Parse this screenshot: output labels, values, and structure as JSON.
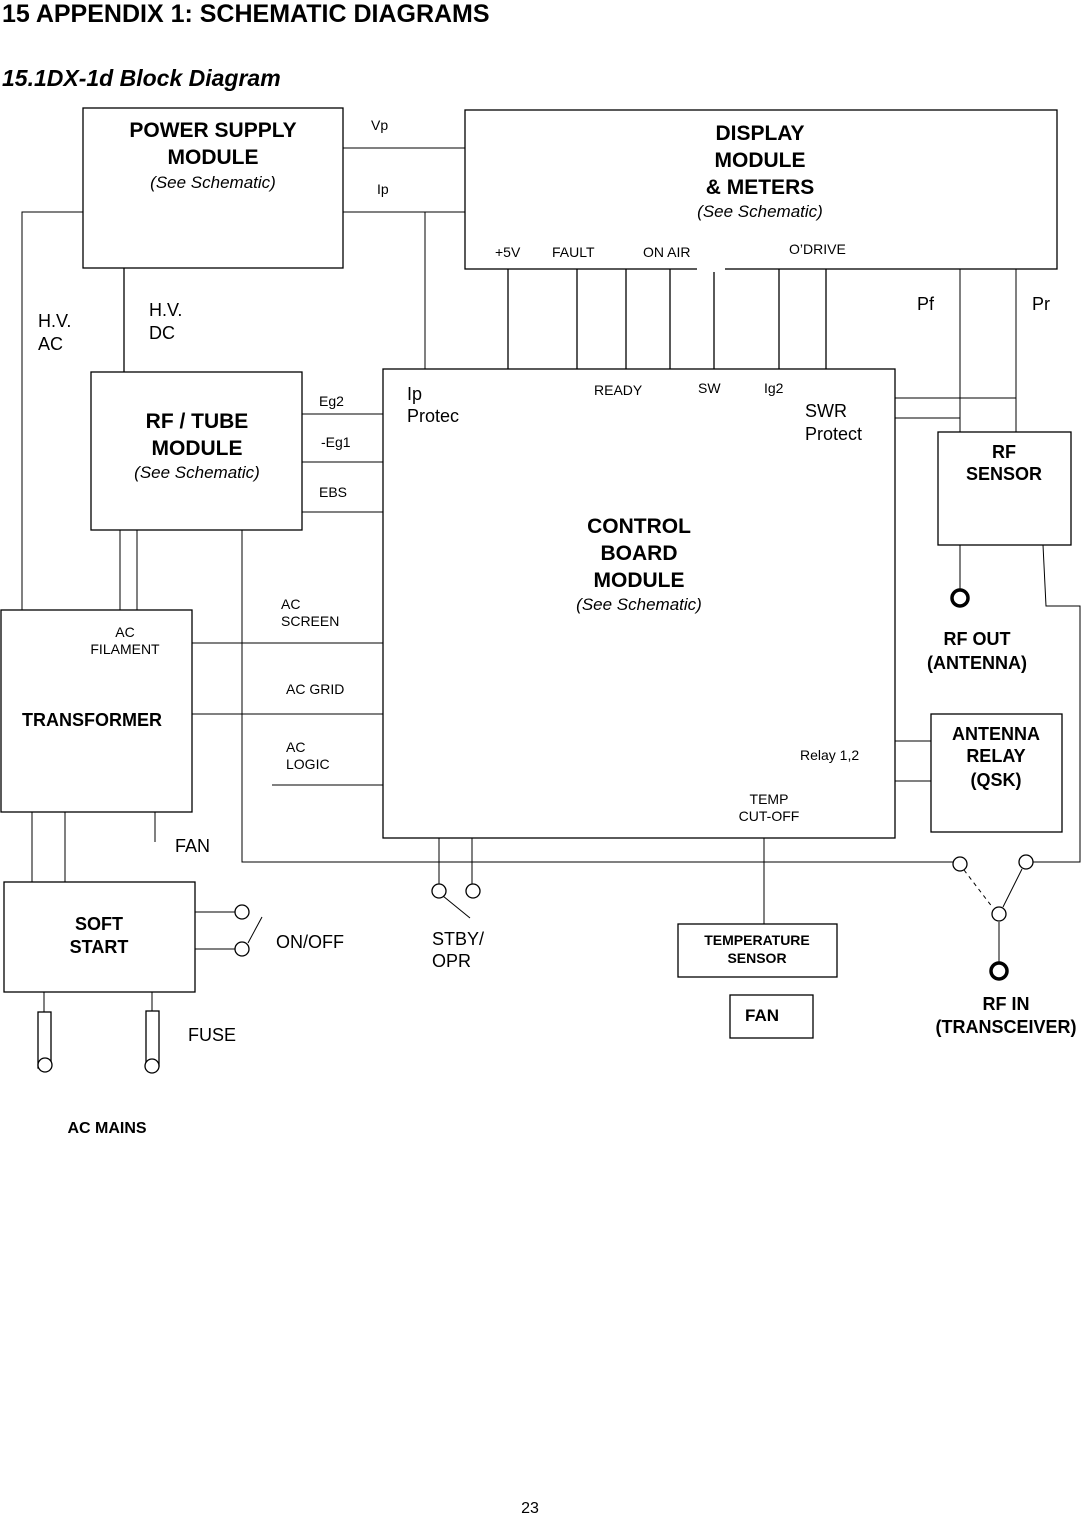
{
  "header": {
    "section_title": "15 APPENDIX 1: SCHEMATIC DIAGRAMS",
    "subsection_title": "15.1DX-1d Block Diagram"
  },
  "blocks": {
    "power_supply": {
      "line1": "POWER SUPPLY",
      "line2": "MODULE",
      "note": "(See Schematic)"
    },
    "display": {
      "line1": "DISPLAY",
      "line2": "MODULE",
      "line3": "& METERS",
      "note": "(See Schematic)"
    },
    "rf_tube": {
      "line1": "RF / TUBE",
      "line2": "MODULE",
      "note": "(See Schematic)"
    },
    "control_board": {
      "line1": "CONTROL",
      "line2": "BOARD",
      "line3": "MODULE",
      "note": "(See Schematic)"
    },
    "rf_sensor": {
      "line1": "RF",
      "line2": "SENSOR"
    },
    "antenna_relay": {
      "line1": "ANTENNA",
      "line2": "RELAY",
      "line3": "(QSK)"
    },
    "transformer": {
      "label": "TRANSFORMER"
    },
    "soft_start": {
      "line1": "SOFT",
      "line2": "START"
    },
    "temperature_sensor": {
      "line1": "TEMPERATURE",
      "line2": "SENSOR"
    },
    "fan_box": {
      "label": "FAN"
    }
  },
  "signals": {
    "vp": "Vp",
    "ip": "Ip",
    "plus5v": "+5V",
    "fault": "FAULT",
    "on_air": "ON AIR",
    "odrive": "O’DRIVE",
    "pf": "Pf",
    "pr": "Pr",
    "hv_ac_1": "H.V.",
    "hv_ac_2": "AC",
    "hv_dc_1": "H.V.",
    "hv_dc_2": "DC",
    "eg2": "Eg2",
    "neg_eg1": "-Eg1",
    "ebs": "EBS",
    "ip_protec_1": "Ip",
    "ip_protec_2": "Protec",
    "ready": "READY",
    "sw": "SW",
    "ig2": "Ig2",
    "swr_protect_1": "SWR",
    "swr_protect_2": "Protect",
    "ac_screen_1": "AC",
    "ac_screen_2": "SCREEN",
    "ac_filament_1": "AC",
    "ac_filament_2": "FILAMENT",
    "ac_grid": "AC GRID",
    "ac_logic_1": "AC",
    "ac_logic_2": "LOGIC",
    "relay_12": "Relay 1,2",
    "temp_cutoff_1": "TEMP",
    "temp_cutoff_2": "CUT-OFF",
    "fan": "FAN",
    "on_off": "ON/OFF",
    "stby_1": "STBY/",
    "stby_2": "OPR",
    "fuse": "FUSE",
    "ac_mains": "AC MAINS",
    "rf_out_1": "RF OUT",
    "rf_out_2": "(ANTENNA)",
    "rf_in_1": "RF IN",
    "rf_in_2": "(TRANSCEIVER)"
  },
  "footer": {
    "page_number": "23"
  }
}
